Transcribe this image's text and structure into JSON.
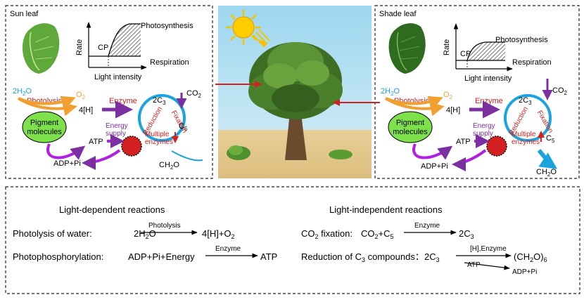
{
  "panels": {
    "sun": {
      "title": "Sun leaf",
      "graph": {
        "ylabel": "Rate",
        "xlabel": "Light intensity",
        "photosynthesis": "Photosynthesis",
        "respiration": "Respiration",
        "cp": "CP"
      }
    },
    "shade": {
      "title": "Shade leaf",
      "graph": {
        "ylabel": "Rate",
        "xlabel": "Light intensity",
        "photosynthesis": "Photosynthesis",
        "respiration": "Respiration",
        "cp": "CP"
      }
    },
    "cycle": {
      "water": "2H",
      "water_sub": "2",
      "water_tail": "O",
      "photolysis": "Photolysis",
      "oxygen": "O",
      "oxygen_sub": "2",
      "hydrogen": "4[H]",
      "enzyme": "Enzyme",
      "c3": "2C",
      "c3_sub": "3",
      "co2": "CO",
      "co2_sub": "2",
      "reduction": "Reduction",
      "fixation": "Fixation",
      "c5": "C",
      "c5_sub": "5",
      "pigment_line1": "Pigment",
      "pigment_line2": "molecules",
      "energy_line1": "Energy",
      "energy_line2": "supply",
      "multiple_line1": "Multiple",
      "multiple_line2": "enzymes",
      "atp": "ATP",
      "adp": "ADP+Pi",
      "ch2o": "CH",
      "ch2o_sub": "2",
      "ch2o_tail": "O"
    }
  },
  "equations": {
    "ld_title": "Light-dependent reactions",
    "li_title": "Light-independent reactions",
    "eq1": {
      "label": "Photolysis of water:",
      "left": "2H",
      "left_sub": "2",
      "left_tail": "O",
      "arrow": "Photolysis",
      "right": "4[H]+O",
      "right_sub": "2"
    },
    "eq2": {
      "label": "Photophosphorylation:",
      "left": "ADP+Pi+Energy",
      "arrow": "Enzyme",
      "right": "ATP"
    },
    "eq3": {
      "label_a": "CO",
      "label_sub": "2",
      "label_b": " fixation:",
      "left_a": "CO",
      "left_sub": "2",
      "left_b": "+C",
      "left_sub2": "5",
      "arrow": "Enzyme",
      "right": "2C",
      "right_sub": "3"
    },
    "eq4": {
      "label_a": "Reduction of C",
      "label_sub": "3",
      "label_b": " compounds：",
      "left": "2C",
      "left_sub": "3",
      "arrow": "[H],Enzyme",
      "right": "(CH",
      "right_sub": "2",
      "right_tail": "O)",
      "right_sub2": "6",
      "atp": "ATP",
      "adp": "ADP+Pi"
    }
  },
  "colors": {
    "cyan": "#1aa3dc",
    "orange": "#f0a030",
    "purple": "#7b2fa0",
    "red": "#d42020",
    "green": "#7ee04a",
    "sky": "#9dd4ee"
  }
}
